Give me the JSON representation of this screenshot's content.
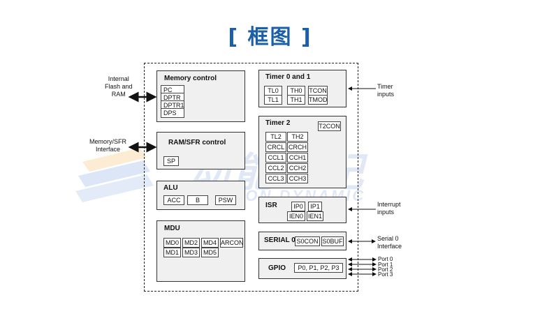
{
  "title": "[ 框图 ]",
  "watermark": {
    "main": "动能世纪",
    "sub": "ACTION DYNAMIC"
  },
  "external": {
    "flash": "Internal\nFlash and\nRAM",
    "memsfr": "Memory/SFR\nInterface",
    "timer_inputs": "Timer\ninputs",
    "interrupt_inputs": "Interrupt\ninputs",
    "serial": "Serial 0\nInterface",
    "ports": [
      "Port 0",
      "Port 1",
      "Port 2",
      "Port 3"
    ]
  },
  "blocks": {
    "memory": {
      "title": "Memory control",
      "regs": [
        "PC",
        "DPTR",
        "DPTR1",
        "DPS"
      ]
    },
    "ramsfr": {
      "title": "RAM/SFR control",
      "regs": [
        "SP"
      ]
    },
    "alu": {
      "title": "ALU",
      "regs": [
        "ACC",
        "B",
        "PSW"
      ]
    },
    "mdu": {
      "title": "MDU",
      "regs": [
        "MD0",
        "MD2",
        "MD4",
        "ARCON",
        "MD1",
        "MD3",
        "MD5"
      ]
    },
    "timer01": {
      "title": "Timer 0 and 1",
      "regs": [
        "TL0",
        "TH0",
        "TCON",
        "TL1",
        "TH1",
        "TMOD"
      ]
    },
    "timer2": {
      "title": "Timer 2",
      "t2con": "T2CON",
      "regs": [
        "TL2",
        "TH2",
        "CRCL",
        "CRCH",
        "CCL1",
        "CCH1",
        "CCL2",
        "CCH2",
        "CCL3",
        "CCH3"
      ]
    },
    "isr": {
      "title": "ISR",
      "regs": [
        "IP0",
        "IP1",
        "IEN0",
        "IEN1"
      ]
    },
    "serial": {
      "title": "SERIAL 0",
      "regs": [
        "S0CON",
        "S0BUF"
      ]
    },
    "gpio": {
      "title": "GPIO",
      "regs": [
        "P0, P1, P2, P3"
      ]
    }
  }
}
